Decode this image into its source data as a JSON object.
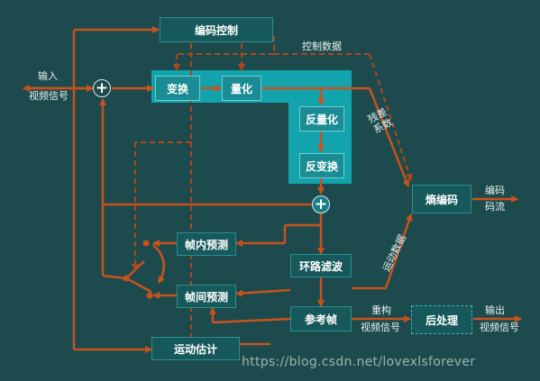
{
  "blocks": {
    "encode_control": "编码控制",
    "transform": "变换",
    "quantize": "量化",
    "inv_quantize": "反量化",
    "inv_transform": "反变换",
    "entropy": "熵编码",
    "intra": "帧内预测",
    "inter": "帧间预测",
    "loop_filter": "环路滤波",
    "reference": "参考帧",
    "post": "后处理",
    "motion_est": "运动估计"
  },
  "labels": {
    "input_1": "输入",
    "input_2": "视频信号",
    "control_data": "控制数据",
    "residual_coef": "残差系数",
    "motion_data": "运动数据",
    "bitstream_1": "编码",
    "bitstream_2": "码流",
    "recon_1": "重构",
    "recon_2": "视频信号",
    "output_1": "输出",
    "output_2": "视频信号"
  },
  "symbols": {
    "adder": "+"
  },
  "watermark": "https://blog.csdn.net/lovexlsforever",
  "colors": {
    "background": "#1d4b4d",
    "flow_arrow": "#c8521d",
    "control_arrow": "#b0471a",
    "block_dark": "#17595a",
    "block_light": "#1b8c93",
    "highlight_panel": "#13a3ad"
  }
}
